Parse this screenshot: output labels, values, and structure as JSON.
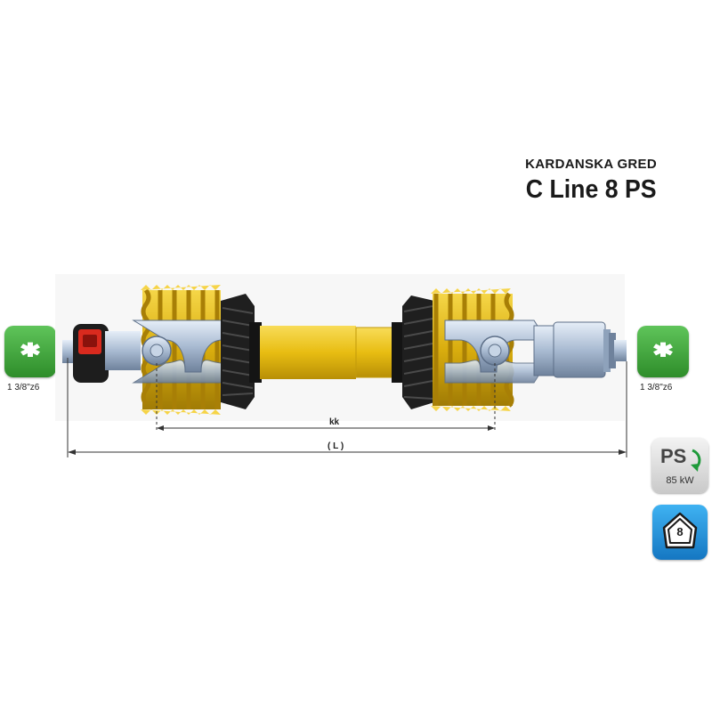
{
  "header": {
    "subtitle": "KARDANSKA GRED",
    "title": "C Line 8 PS"
  },
  "left_spline": {
    "label": "1 3/8\"z6",
    "icon": "spline-shaft-icon",
    "color": "#3ea83a"
  },
  "right_spline": {
    "label": "1 3/8\"z6",
    "icon": "spline-shaft-icon",
    "color": "#3ea83a"
  },
  "dimensions": {
    "inner": "kk",
    "overall": "( L )"
  },
  "power_badge": {
    "label": "PS",
    "power": "85 kW",
    "icon": "rotation-arrow-icon"
  },
  "guard_badge": {
    "number": "8",
    "icon": "guard-shield-icon",
    "color": "#2496e0"
  },
  "colors": {
    "guard_yellow": "#e8c21c",
    "tube_yellow": "#f0c626",
    "yoke_blue": "#b6c8de"
  }
}
